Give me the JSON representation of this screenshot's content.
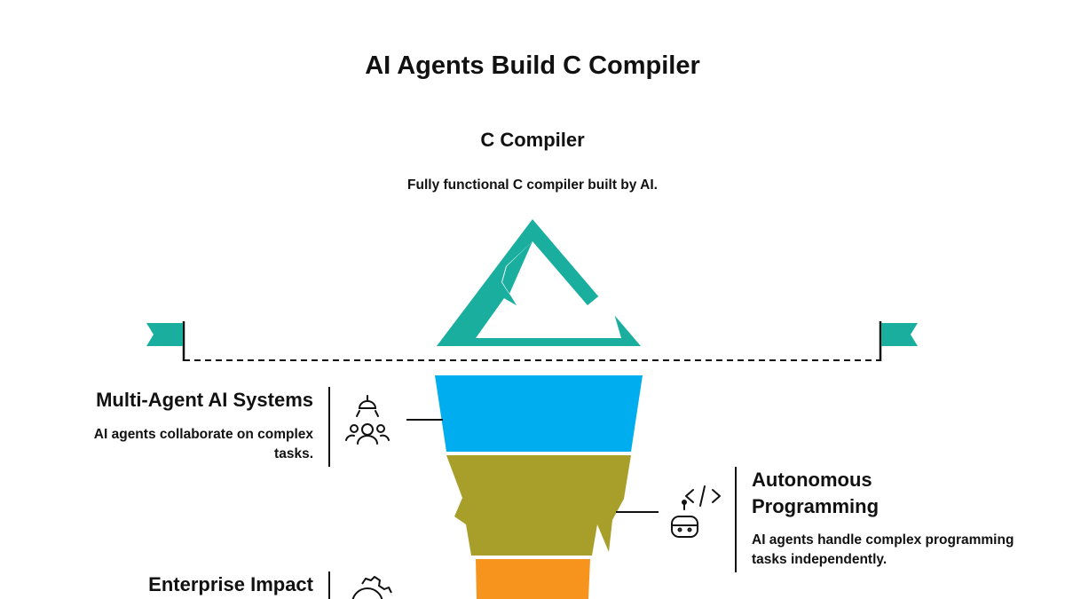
{
  "title": "AI Agents Build C Compiler",
  "peak": {
    "heading": "C Compiler",
    "description": "Fully functional C compiler built by AI."
  },
  "layers": [
    {
      "heading": "Multi-Agent AI Systems",
      "description": "AI agents collaborate on complex tasks.",
      "icon": "multi-agent-people-icon",
      "color": "#00AEEF",
      "side": "left"
    },
    {
      "heading": "Autonomous Programming",
      "description": "AI agents handle complex programming tasks independently.",
      "icon": "robot-code-icon",
      "color": "#A89E2A",
      "side": "right"
    },
    {
      "heading": "Enterprise Impact",
      "description": "",
      "icon": "gear-icon",
      "color": "#F7941D",
      "side": "left"
    }
  ],
  "colors": {
    "iceberg_tip": "#1AAE9F",
    "flag": "#1AAE9F",
    "line": "#111111"
  }
}
